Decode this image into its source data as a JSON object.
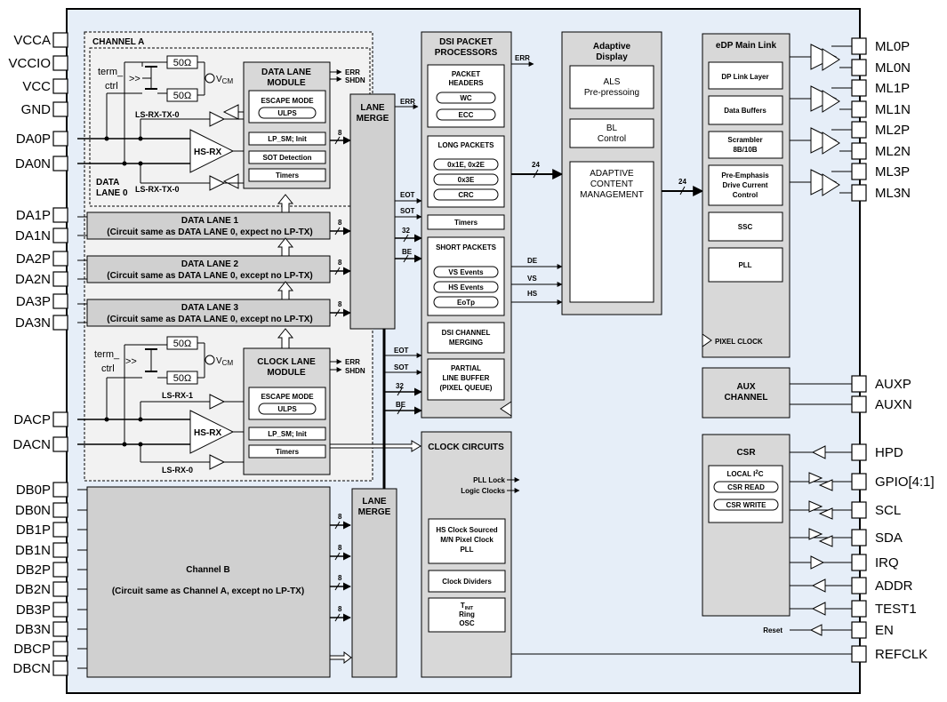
{
  "pins_left": [
    "VCCA",
    "VCCIO",
    "VCC",
    "GND",
    "DA0P",
    "DA0N",
    "DA1P",
    "DA1N",
    "DA2P",
    "DA2N",
    "DA3P",
    "DA3N",
    "DACP",
    "DACN",
    "DB0P",
    "DB0N",
    "DB1P",
    "DB1N",
    "DB2P",
    "DB2N",
    "DB3P",
    "DB3N",
    "DBCP",
    "DBCN"
  ],
  "pins_right": [
    "ML0P",
    "ML0N",
    "ML1P",
    "ML1N",
    "ML2P",
    "ML2N",
    "ML3P",
    "ML3N",
    "AUXP",
    "AUXN",
    "HPD",
    "GPIO[4:1]",
    "SCL",
    "SDA",
    "IRQ",
    "ADDR",
    "TEST1",
    "EN",
    "REFCLK"
  ],
  "channel_a": {
    "title": "CHANNEL A",
    "term_ctrl_line1": "term_",
    "term_ctrl_line2": "ctrl",
    "resistor": "50Ω",
    "vcm": "V",
    "vcm_sub": "CM",
    "ls_rx_tx_top": "LS-RX-TX-0",
    "ls_rx_tx_bottom": "LS-RX-TX-0",
    "hs_rx": "HS-RX",
    "data_lane_label_1": "DATA",
    "data_lane_label_2": "LANE 0"
  },
  "data_lane_module": {
    "title_1": "DATA LANE",
    "title_2": "MODULE",
    "escape_mode": "ESCAPE MODE",
    "ulps": "ULPS",
    "lp_sm": "LP_SM; Init",
    "sot_detection": "SOT Detection",
    "timers": "Timers",
    "err": "ERR",
    "shdn": "SHDN"
  },
  "data_lanes": [
    {
      "title": "DATA LANE 1",
      "subtitle": "(Circuit same as DATA LANE 0, expect no LP-TX)"
    },
    {
      "title": "DATA LANE 2",
      "subtitle": "(Circuit same as DATA LANE 0, except no LP-TX)"
    },
    {
      "title": "DATA LANE 3",
      "subtitle": "(Circuit same as DATA LANE 0, except no LP-TX)"
    }
  ],
  "clock_section": {
    "term_ctrl_line1": "term_",
    "term_ctrl_line2": "ctrl",
    "resistor": "50Ω",
    "vcm": "V",
    "vcm_sub": "CM",
    "ls_rx_1": "LS-RX-1",
    "ls_rx_0": "LS-RX-0",
    "hs_rx": "HS-RX"
  },
  "clock_lane_module": {
    "title_1": "CLOCK LANE",
    "title_2": "MODULE",
    "escape_mode": "ESCAPE MODE",
    "ulps": "ULPS",
    "lp_sm": "LP_SM; Init",
    "timers": "Timers",
    "err": "ERR",
    "shdn": "SHDN"
  },
  "lane_merge_a": {
    "line1": "LANE",
    "line2": "MERGE",
    "err": "ERR"
  },
  "lane_merge_b": {
    "line1": "LANE",
    "line2": "MERGE"
  },
  "bus_labels": {
    "eight": "8",
    "thirtytwo": "32",
    "twentyfour": "24",
    "eot": "EOT",
    "sot": "SOT",
    "be": "BE"
  },
  "channel_b": {
    "title": "Channel B",
    "subtitle": "(Circuit same as Channel A, except no LP-TX)"
  },
  "dsi_packet": {
    "title_1": "DSI PACKET",
    "title_2": "PROCESSORS",
    "err": "ERR",
    "packet_headers_1": "PACKET",
    "packet_headers_2": "HEADERS",
    "wc": "WC",
    "ecc": "ECC",
    "long_packets": "LONG PACKETS",
    "long_items": [
      "0x1E, 0x2E",
      "0x3E",
      "CRC"
    ],
    "timers": "Timers",
    "short_packets": "SHORT PACKETS",
    "short_items": [
      "VS Events",
      "HS Events",
      "EoTp"
    ],
    "channel_merging_1": "DSI CHANNEL",
    "channel_merging_2": "MERGING",
    "line_buffer_1": "PARTIAL",
    "line_buffer_2": "LINE BUFFER",
    "line_buffer_3": "(PIXEL QUEUE)",
    "de": "DE",
    "vs": "VS",
    "hs": "HS"
  },
  "adaptive_display": {
    "title_1": "Adaptive",
    "title_2": "Display",
    "als_1": "ALS",
    "als_2": "Pre-pressoing",
    "bl_1": "BL",
    "bl_2": "Control",
    "acm_1": "ADAPTIVE",
    "acm_2": "CONTENT",
    "acm_3": "MANAGEMENT"
  },
  "edp": {
    "title": "eDP Main Link",
    "link_layer": "DP Link Layer",
    "data_buffers": "Data Buffers",
    "scrambler_1": "Scrambler",
    "scrambler_2": "8B/10B",
    "pre_emphasis_1": "Pre-Emphasis",
    "pre_emphasis_2": "Drive Current",
    "pre_emphasis_3": "Control",
    "ssc": "SSC",
    "pll": "PLL",
    "pixel_clock": "PIXEL CLOCK"
  },
  "aux_channel": {
    "line1": "AUX",
    "line2": "CHANNEL"
  },
  "clock_circuits": {
    "title": "CLOCK CIRCUITS",
    "pll_lock": "PLL Lock",
    "logic_clocks": "Logic Clocks",
    "hs_clock_1": "HS Clock Sourced",
    "hs_clock_2": "M/N Pixel Clock",
    "hs_clock_3": "PLL",
    "clock_dividers": "Clock Dividers",
    "tinit_t": "T",
    "tinit_sub": "INIT",
    "ring": "Ring",
    "osc": "OSC"
  },
  "csr": {
    "title": "CSR",
    "local_i2c": "LOCAL I",
    "local_i2c_sup": "2",
    "local_i2c_end": "C",
    "csr_read": "CSR READ",
    "csr_write": "CSR WRITE",
    "reset": "Reset"
  }
}
